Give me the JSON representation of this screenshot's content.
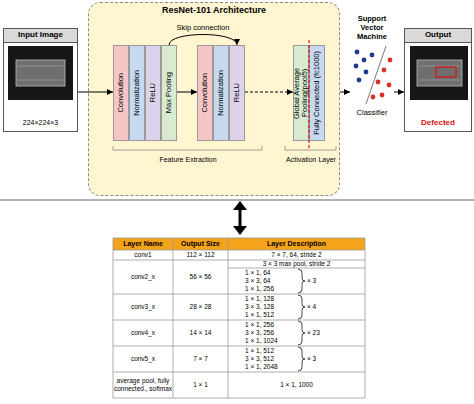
{
  "diagram": {
    "nodes": [
      {
        "text": [
          "Input Image",
          "224×224×3"
        ]
      },
      {
        "text": [
          "ResNet-101 Architecture"
        ]
      },
      {
        "text": [
          "Convolution"
        ],
        "in": 1
      },
      {
        "text": [
          "Normalization"
        ],
        "in": 1
      },
      {
        "text": [
          "ReLU"
        ],
        "in": 1
      },
      {
        "text": [
          "Max Pooling"
        ],
        "in": 1
      },
      {
        "text": [
          "Convolution"
        ],
        "in": 1
      },
      {
        "text": [
          "Normalization"
        ],
        "in": 1
      },
      {
        "text": [
          "ReLU"
        ],
        "in": 1
      },
      {
        "text": [
          "Global Average Pooling(pool5)"
        ],
        "in": 1
      },
      {
        "text": [
          "Fully Connected (fc1000)"
        ],
        "in": 1
      },
      {
        "text": [
          "Support Vector Machine",
          "Classifier"
        ]
      },
      {
        "text": [
          "Output",
          "Defected"
        ]
      }
    ],
    "edges": [
      {
        "from": 0,
        "to": 2,
        "arrow": "to"
      },
      {
        "from": 5,
        "to": 6,
        "arrow": "to"
      },
      {
        "from": 8,
        "to": 9,
        "arrow": "to"
      },
      {
        "from": 5,
        "to": 8,
        "label": "Skip connection",
        "arrow": "to"
      },
      {
        "from": 1,
        "to": 11,
        "arrow": "to"
      },
      {
        "from": 11,
        "to": 12,
        "arrow": "to"
      }
    ],
    "labels": [
      "Feature Extraction",
      "Activation Layer",
      "Layer Name",
      "Output Size",
      "Layer Description",
      "conv1",
      "112 × 112",
      "7 × 7, 64, stride 2",
      "conv2_x",
      "56 × 56",
      "3 × 3 max pool, stride 2",
      "1 × 1, 64",
      "3 × 3, 64",
      "1 × 1, 256",
      "× 3",
      "conv3_x",
      "28 × 28",
      "1 × 1, 128",
      "3 × 3, 128",
      "1 × 1, 512",
      "× 4",
      "conv4_x",
      "14 × 14",
      "1 × 1, 256",
      "3 × 3, 256",
      "1 × 1, 1024",
      "× 23",
      "conv5_x",
      "7 × 7",
      "1 × 1, 512",
      "3 × 3, 512",
      "1 × 1, 2048",
      "× 3",
      "average pool, fully connected., softmax",
      "1 × 1",
      "1 × 1, 1000"
    ]
  }
}
